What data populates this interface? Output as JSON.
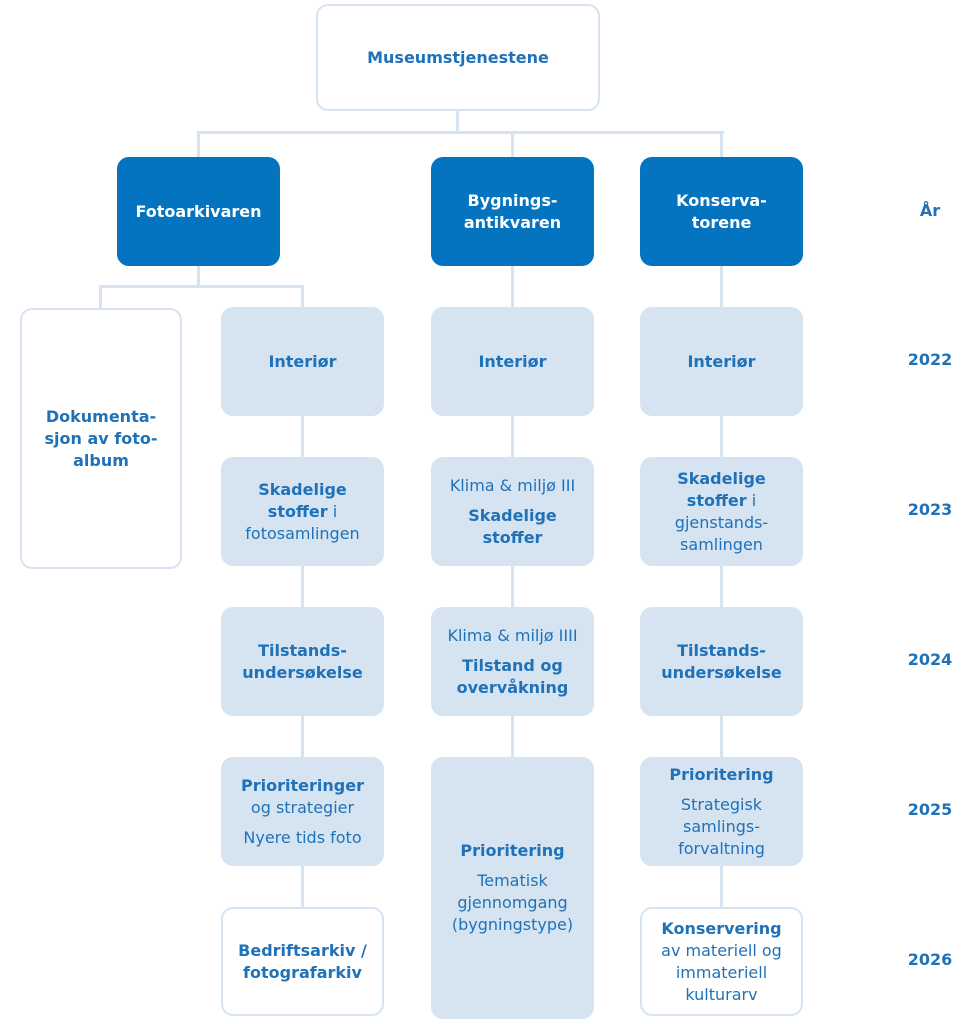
{
  "root": {
    "label": "Museumstjenestene"
  },
  "columns": [
    {
      "label_lines": [
        "Fotoarkivaren"
      ]
    },
    {
      "label_lines": [
        "Bygnings-",
        "antikvaren"
      ]
    },
    {
      "label_lines": [
        "Konserva-",
        "torene"
      ]
    }
  ],
  "year_header": "År",
  "years": [
    "2022",
    "2023",
    "2024",
    "2025",
    "2026"
  ],
  "boxes": {
    "doc": [
      [
        {
          "t": "Dokumenta-",
          "b": true
        }
      ],
      [
        {
          "t": "sjon av foto-",
          "b": true
        }
      ],
      [
        {
          "t": "album",
          "b": true
        }
      ]
    ],
    "foto": [
      [
        [
          {
            "t": "Interiør",
            "b": true
          }
        ]
      ],
      [
        [
          {
            "t": "Skadelige",
            "b": true
          }
        ],
        [
          {
            "t": "stoffer",
            "b": true
          },
          {
            "t": " i",
            "b": false
          }
        ],
        [
          {
            "t": "fotosamlingen",
            "b": false
          }
        ]
      ],
      [
        [
          {
            "t": "Tilstands-",
            "b": true
          }
        ],
        [
          {
            "t": "undersøkelse",
            "b": true
          }
        ]
      ],
      [
        [
          {
            "t": "Prioriteringer",
            "b": true
          }
        ],
        [
          {
            "t": "og strategier",
            "b": false
          }
        ],
        "gap",
        [
          {
            "t": "Nyere tids foto",
            "b": false
          }
        ]
      ],
      [
        [
          {
            "t": "Bedriftsarkiv /",
            "b": true
          }
        ],
        [
          {
            "t": "fotografarkiv",
            "b": true
          }
        ]
      ]
    ],
    "byg": [
      [
        [
          {
            "t": "Interiør",
            "b": true
          }
        ]
      ],
      [
        [
          {
            "t": "Klima & miljø III",
            "b": false
          }
        ],
        "gap",
        [
          {
            "t": "Skadelige",
            "b": true
          }
        ],
        [
          {
            "t": "stoffer",
            "b": true
          }
        ]
      ],
      [
        [
          {
            "t": "Klima & miljø IIII",
            "b": false
          }
        ],
        "gap",
        [
          {
            "t": "Tilstand og",
            "b": true
          }
        ],
        [
          {
            "t": "overvåkning",
            "b": true
          }
        ]
      ],
      [
        [
          {
            "t": "Prioritering",
            "b": true
          }
        ],
        "gap",
        [
          {
            "t": "Tematisk",
            "b": false
          }
        ],
        [
          {
            "t": "gjennomgang",
            "b": false
          }
        ],
        [
          {
            "t": "(bygningstype)",
            "b": false
          }
        ]
      ]
    ],
    "kons": [
      [
        [
          {
            "t": "Interiør",
            "b": true
          }
        ]
      ],
      [
        [
          {
            "t": "Skadelige",
            "b": true
          }
        ],
        [
          {
            "t": "stoffer",
            "b": true
          },
          {
            "t": " i",
            "b": false
          }
        ],
        [
          {
            "t": "gjenstands-",
            "b": false
          }
        ],
        [
          {
            "t": "samlingen",
            "b": false
          }
        ]
      ],
      [
        [
          {
            "t": "Tilstands-",
            "b": true
          }
        ],
        [
          {
            "t": "undersøkelse",
            "b": true
          }
        ]
      ],
      [
        [
          {
            "t": "Prioritering",
            "b": true
          }
        ],
        "gap",
        [
          {
            "t": "Strategisk",
            "b": false
          }
        ],
        [
          {
            "t": "samlings-",
            "b": false
          }
        ],
        [
          {
            "t": "forvaltning",
            "b": false
          }
        ]
      ],
      [
        [
          {
            "t": "Konservering",
            "b": true
          }
        ],
        [
          {
            "t": "av materiell og",
            "b": false
          }
        ],
        [
          {
            "t": "immateriell",
            "b": false
          }
        ],
        [
          {
            "t": "kulturarv",
            "b": false
          }
        ]
      ]
    ]
  },
  "colors": {
    "dark": "#0474c0",
    "light": "#d6e4f2",
    "text": "#1f72b8"
  }
}
